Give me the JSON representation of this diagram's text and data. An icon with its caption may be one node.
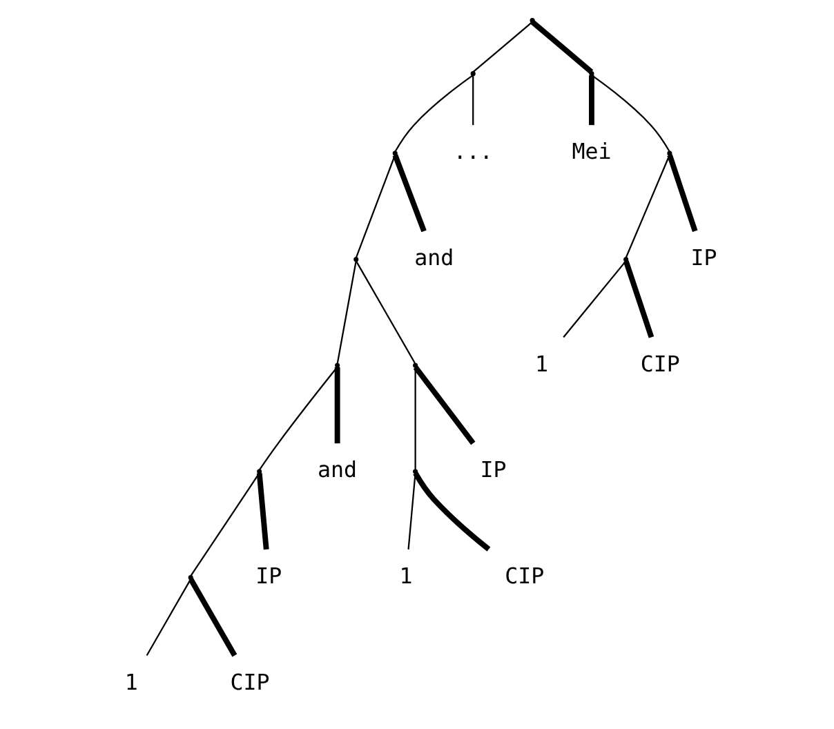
{
  "diagram": {
    "nodes": [
      {
        "text": [],
        "shape": "point"
      },
      {
        "text": [],
        "shape": "point"
      },
      {
        "text": [],
        "shape": "point"
      },
      {
        "text": [
          "..."
        ]
      },
      {
        "text": [
          "Mei"
        ]
      },
      {
        "text": [],
        "shape": "point"
      },
      {
        "text": [],
        "shape": "point"
      },
      {
        "text": [
          "and"
        ]
      },
      {
        "text": [],
        "shape": "point"
      },
      {
        "text": [
          "IP"
        ]
      },
      {
        "text": [],
        "shape": "point"
      },
      {
        "text": [],
        "shape": "point"
      },
      {
        "text": [],
        "shape": "point"
      },
      {
        "text": [
          "1"
        ]
      },
      {
        "text": [
          "CIP"
        ]
      },
      {
        "text": [],
        "shape": "point"
      },
      {
        "text": [
          "and"
        ]
      },
      {
        "text": [],
        "shape": "point"
      },
      {
        "text": [
          "IP"
        ]
      },
      {
        "text": [],
        "shape": "point"
      },
      {
        "text": [
          "IP"
        ]
      },
      {
        "text": [
          "1"
        ]
      },
      {
        "text": [
          "CIP"
        ]
      },
      {
        "text": [
          "1"
        ]
      },
      {
        "text": [
          "CIP"
        ]
      }
    ],
    "edges": [
      {
        "from": 0,
        "to": 1,
        "arrow": "none"
      },
      {
        "from": 0,
        "to": 2,
        "arrow": "none",
        "style": "thick"
      },
      {
        "from": 1,
        "to": 5,
        "arrow": "none"
      },
      {
        "from": 1,
        "to": 3,
        "arrow": "none"
      },
      {
        "from": 2,
        "to": 4,
        "arrow": "none",
        "style": "thick"
      },
      {
        "from": 2,
        "to": 6,
        "arrow": "none"
      },
      {
        "from": 5,
        "to": 10,
        "arrow": "none"
      },
      {
        "from": 5,
        "to": 7,
        "arrow": "none",
        "style": "thick"
      },
      {
        "from": 6,
        "to": 8,
        "arrow": "none"
      },
      {
        "from": 6,
        "to": 9,
        "arrow": "none",
        "style": "thick"
      },
      {
        "from": 8,
        "to": 13,
        "arrow": "none"
      },
      {
        "from": 8,
        "to": 14,
        "arrow": "none",
        "style": "thick"
      },
      {
        "from": 10,
        "to": 11,
        "arrow": "none"
      },
      {
        "from": 10,
        "to": 12,
        "arrow": "none"
      },
      {
        "from": 11,
        "to": 15,
        "arrow": "none"
      },
      {
        "from": 11,
        "to": 16,
        "arrow": "none",
        "style": "thick"
      },
      {
        "from": 12,
        "to": 17,
        "arrow": "none"
      },
      {
        "from": 12,
        "to": 18,
        "arrow": "none",
        "style": "thick"
      },
      {
        "from": 15,
        "to": 19,
        "arrow": "none"
      },
      {
        "from": 15,
        "to": 20,
        "arrow": "none",
        "style": "thick"
      },
      {
        "from": 17,
        "to": 21,
        "arrow": "none"
      },
      {
        "from": 17,
        "to": 22,
        "arrow": "none",
        "style": "thick"
      },
      {
        "from": 19,
        "to": 23,
        "arrow": "none"
      },
      {
        "from": 19,
        "to": 24,
        "arrow": "none",
        "style": "thick"
      }
    ]
  }
}
